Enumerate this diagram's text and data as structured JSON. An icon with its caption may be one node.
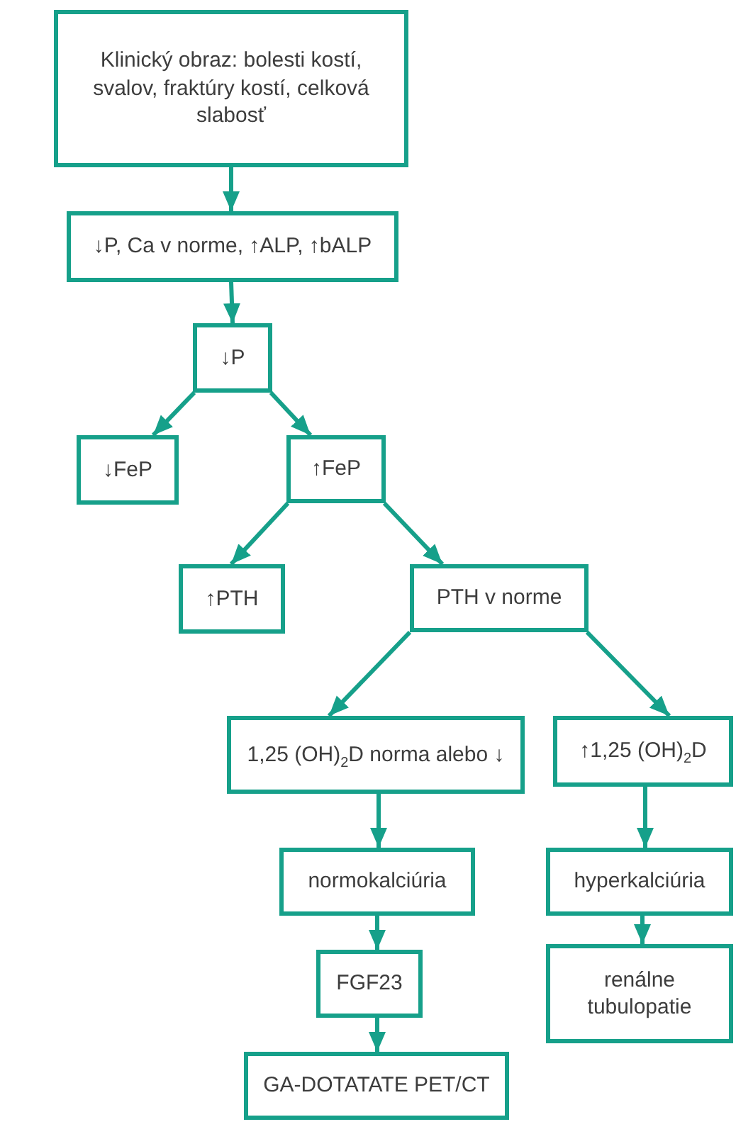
{
  "diagram": {
    "nodes": [
      {
        "text": [
          "Klinický obraz: bolesti kostí, svalov, fraktúry kostí, celková slabosť"
        ]
      },
      {
        "text": [
          "↓P, Ca v norme, ↑ALP, ↑bALP"
        ]
      },
      {
        "text": [
          "↓P"
        ]
      },
      {
        "text": [
          "↓FeP"
        ]
      },
      {
        "text": [
          "↑FeP"
        ]
      },
      {
        "text": [
          "↑PTH"
        ]
      },
      {
        "text": [
          "PTH v norme"
        ]
      },
      {
        "text": [
          "1,25 (OH)$_{2}$D norma alebo ↓"
        ]
      },
      {
        "text": [
          "↑1,25 (OH)$_{2}$D"
        ]
      },
      {
        "text": [
          "normokalciúria"
        ]
      },
      {
        "text": [
          "hyperkalciúria"
        ]
      },
      {
        "text": [
          "FGF23"
        ]
      },
      {
        "text": [
          "GA-DOTATATE PET/CT"
        ]
      },
      {
        "text": [
          "renálne tubulopatie"
        ]
      }
    ],
    "edges": [
      {
        "from": 0,
        "to": 1,
        "arrow": "to"
      },
      {
        "from": 1,
        "to": 2,
        "arrow": "to"
      },
      {
        "from": 2,
        "to": 3,
        "arrow": "to"
      },
      {
        "from": 2,
        "to": 4,
        "arrow": "to"
      },
      {
        "from": 4,
        "to": 5,
        "arrow": "to"
      },
      {
        "from": 4,
        "to": 6,
        "arrow": "to"
      },
      {
        "from": 6,
        "to": 7,
        "arrow": "to"
      },
      {
        "from": 6,
        "to": 8,
        "arrow": "to"
      },
      {
        "from": 7,
        "to": 9,
        "arrow": "to"
      },
      {
        "from": 8,
        "to": 10,
        "arrow": "to"
      },
      {
        "from": 9,
        "to": 11,
        "arrow": "to"
      },
      {
        "from": 10,
        "to": 13,
        "arrow": "to"
      },
      {
        "from": 11,
        "to": 12,
        "arrow": "to"
      }
    ]
  }
}
